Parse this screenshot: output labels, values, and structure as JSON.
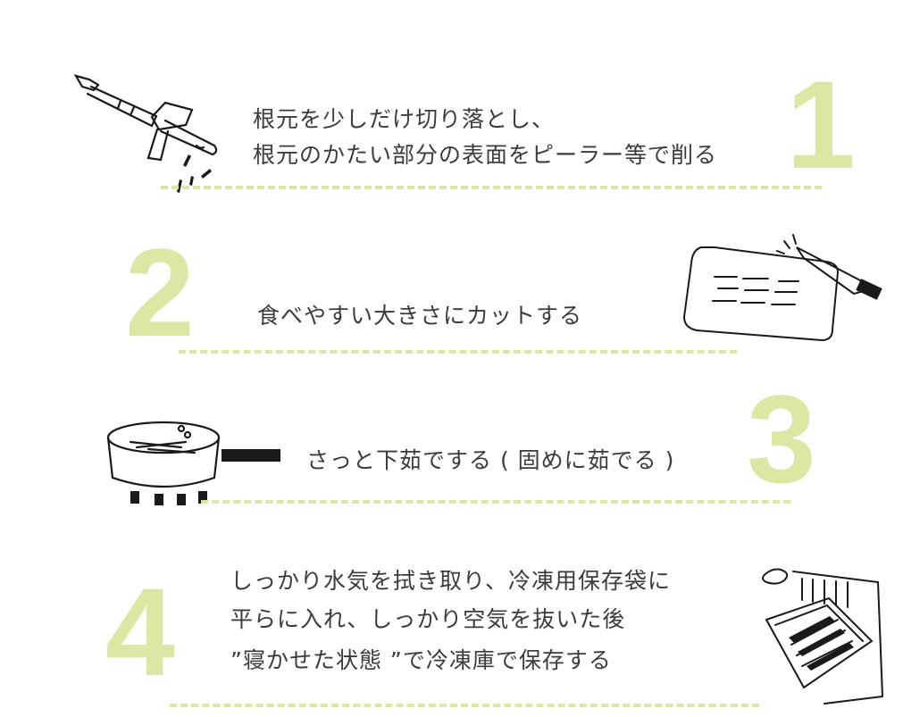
{
  "steps": [
    {
      "number": "1",
      "lines": [
        "根元を少しだけ切り落とし、",
        "根元のかたい部分の表面をピーラー等で削る"
      ]
    },
    {
      "number": "2",
      "lines": [
        "食べやすい大きさにカットする"
      ]
    },
    {
      "number": "3",
      "lines": [
        "さっと下茹でする ( 固めに茹でる )"
      ]
    },
    {
      "number": "4",
      "lines": [
        "しっかり水気を拭き取り、冷凍用保存袋に",
        "平らに入れ、しっかり空気を抜いた後",
        "”寝かせた状態 ”で冷凍庫で保存する"
      ]
    }
  ],
  "colors": {
    "accent": "#dbe8a3",
    "text": "#3b3b3b",
    "ink": "#1a1a1a"
  },
  "icons": [
    "peeler-asparagus-icon",
    "knife-cutting-board-icon",
    "boiling-pot-icon",
    "freezer-bag-icon"
  ]
}
